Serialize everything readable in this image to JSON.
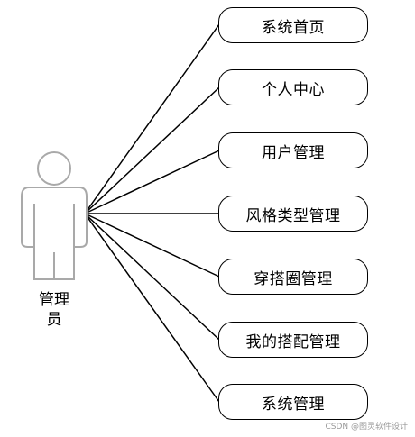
{
  "actor": {
    "label_line1": "管理",
    "label_line2": "员",
    "icon": "user-figure-icon",
    "stroke_color": "#aaaaaa"
  },
  "use_cases": [
    "系统首页",
    "个人中心",
    "用户管理",
    "风格类型管理",
    "穿搭圈管理",
    "我的搭配管理",
    "系统管理"
  ],
  "watermark": "CSDN @图灵软件设计"
}
